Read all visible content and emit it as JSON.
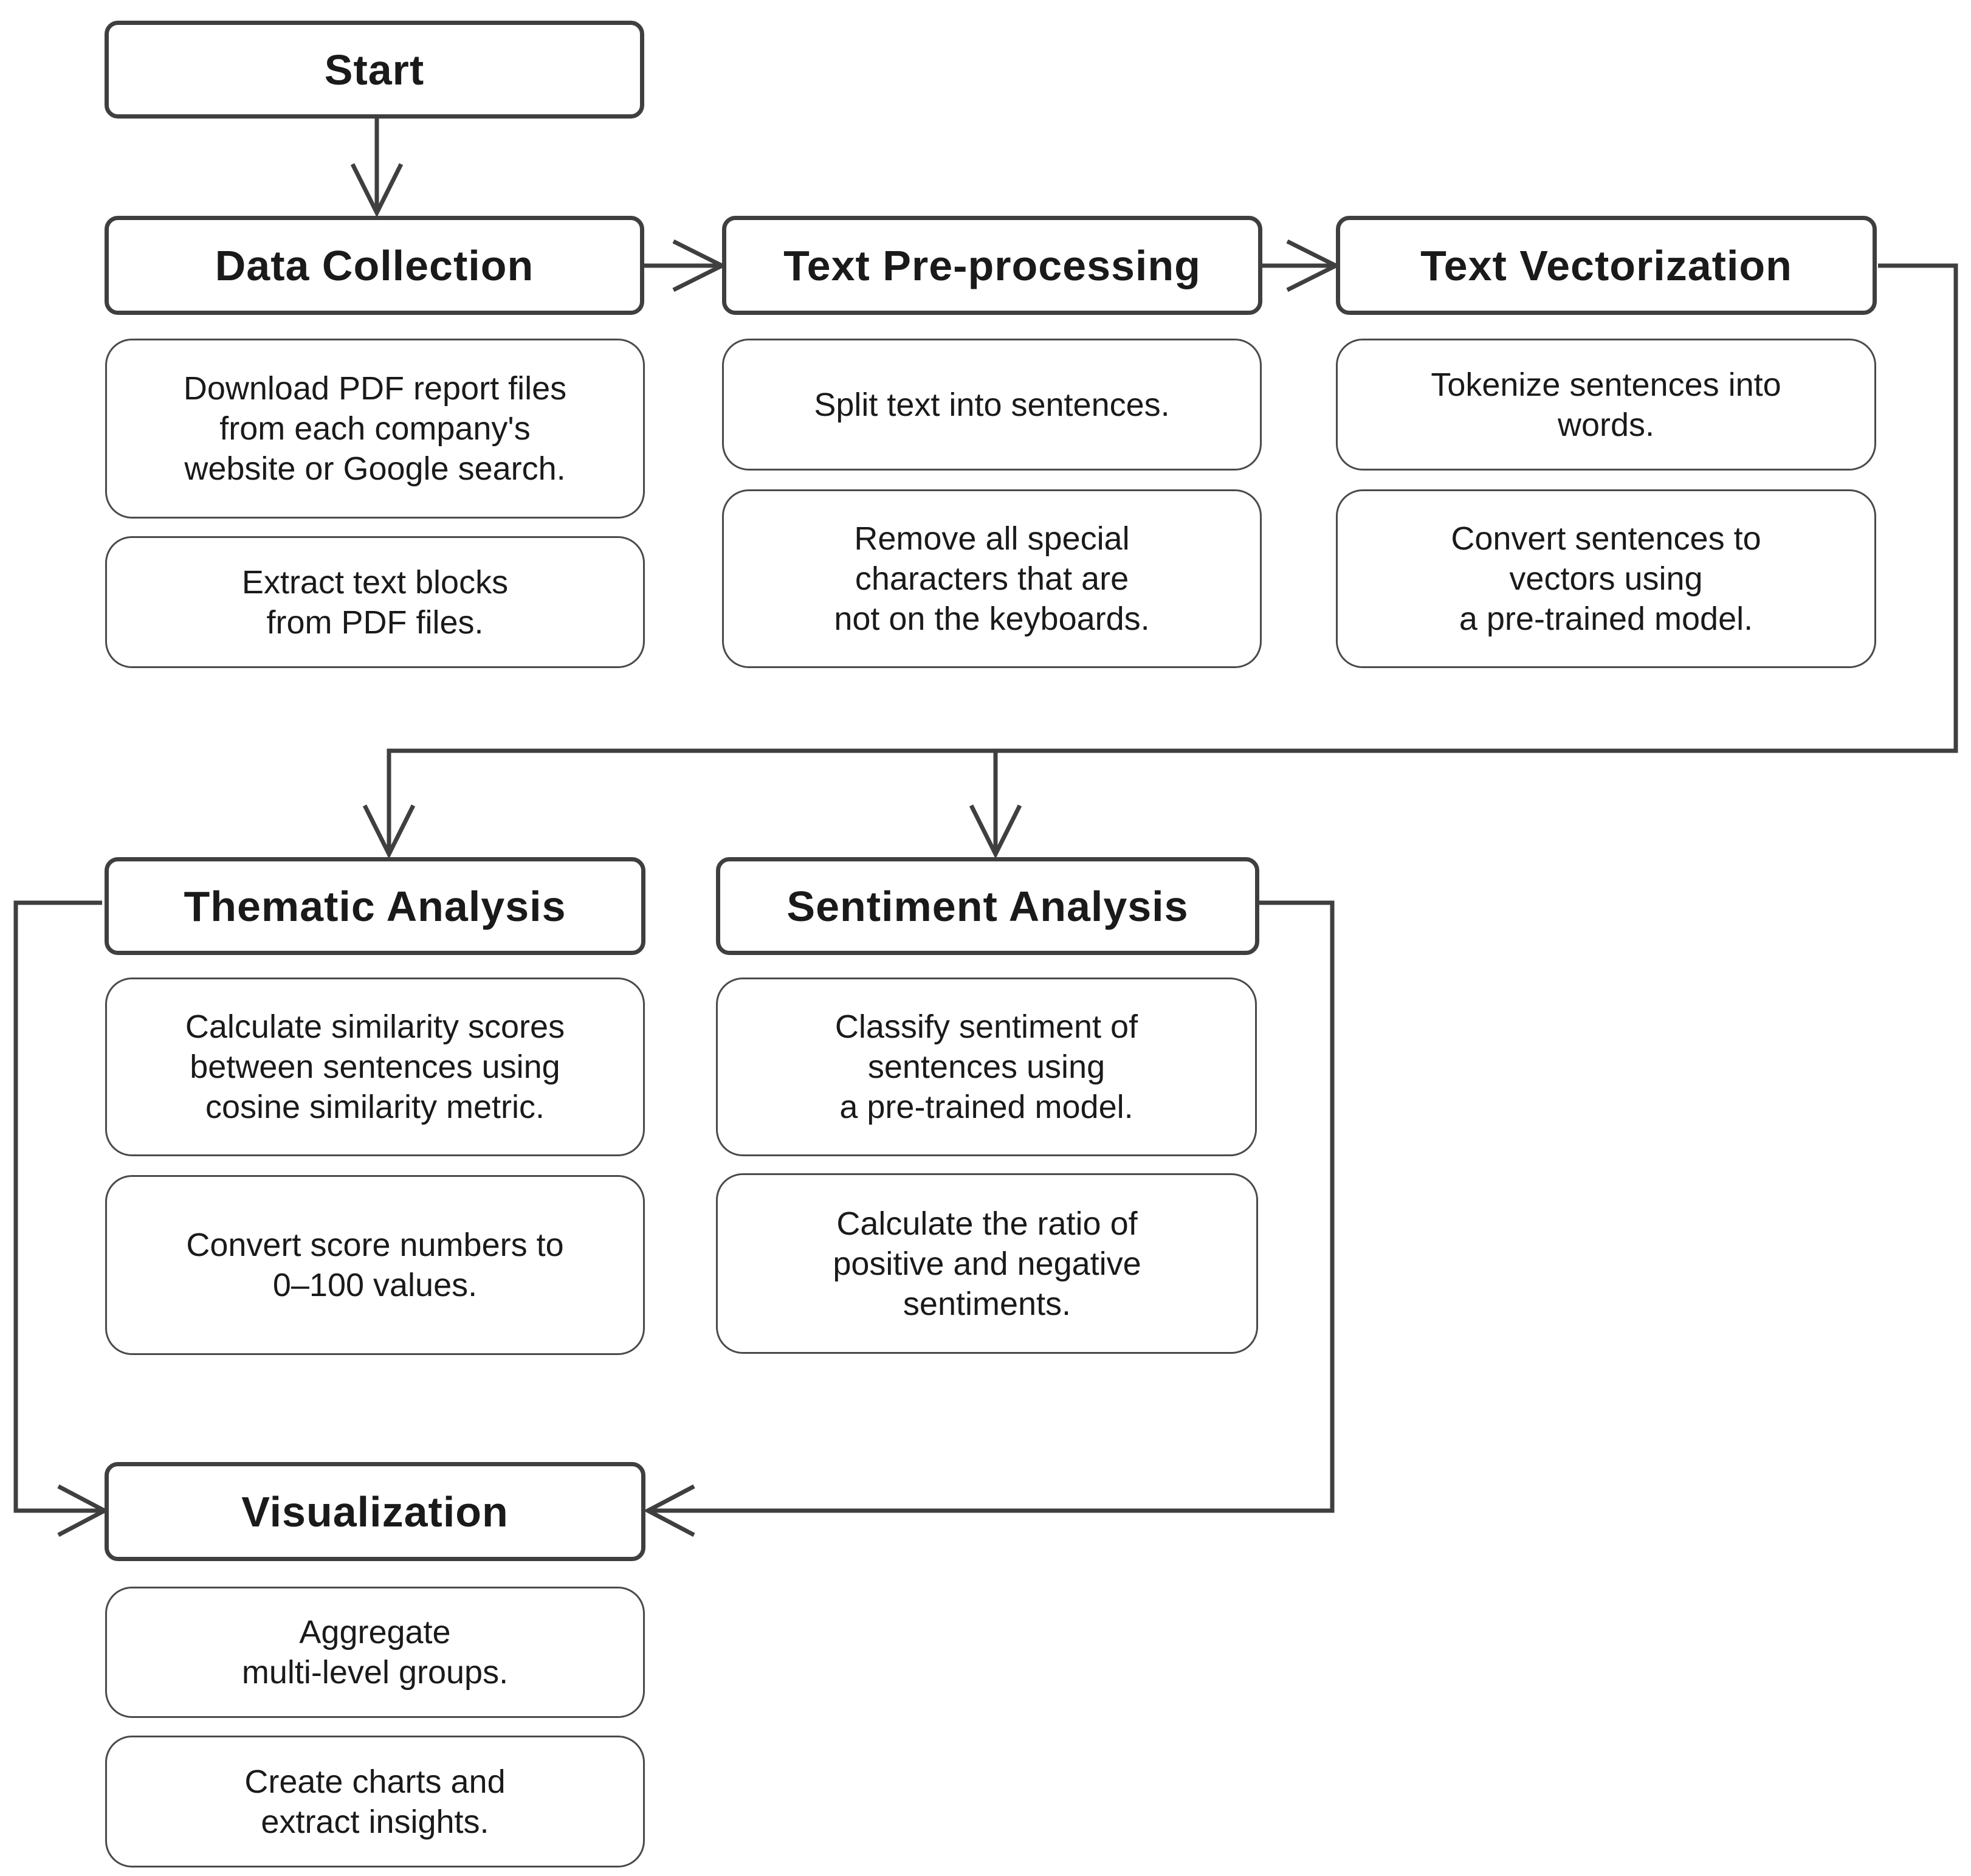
{
  "diagram": {
    "start": "Start",
    "stages": {
      "data_collection": {
        "title": "Data Collection",
        "steps": [
          "Download PDF report files\nfrom each company's\nwebsite or Google search.",
          "Extract text blocks\nfrom PDF files."
        ]
      },
      "text_preprocessing": {
        "title": "Text Pre-processing",
        "steps": [
          "Split text into sentences.",
          "Remove all special\ncharacters that are\nnot on the keyboards."
        ]
      },
      "text_vectorization": {
        "title": "Text Vectorization",
        "steps": [
          "Tokenize sentences into\nwords.",
          "Convert sentences to\nvectors using\na pre-trained model."
        ]
      },
      "thematic_analysis": {
        "title": "Thematic Analysis",
        "steps": [
          "Calculate similarity scores\nbetween sentences using\ncosine similarity metric.",
          "Convert score numbers to\n0–100 values."
        ]
      },
      "sentiment_analysis": {
        "title": "Sentiment Analysis",
        "steps": [
          "Classify sentiment of\nsentences using\na pre-trained model.",
          "Calculate the ratio of\npositive and negative\nsentiments."
        ]
      },
      "visualization": {
        "title": "Visualization",
        "steps": [
          "Aggregate\nmulti-level groups.",
          "Create charts and\nextract insights."
        ]
      }
    }
  }
}
